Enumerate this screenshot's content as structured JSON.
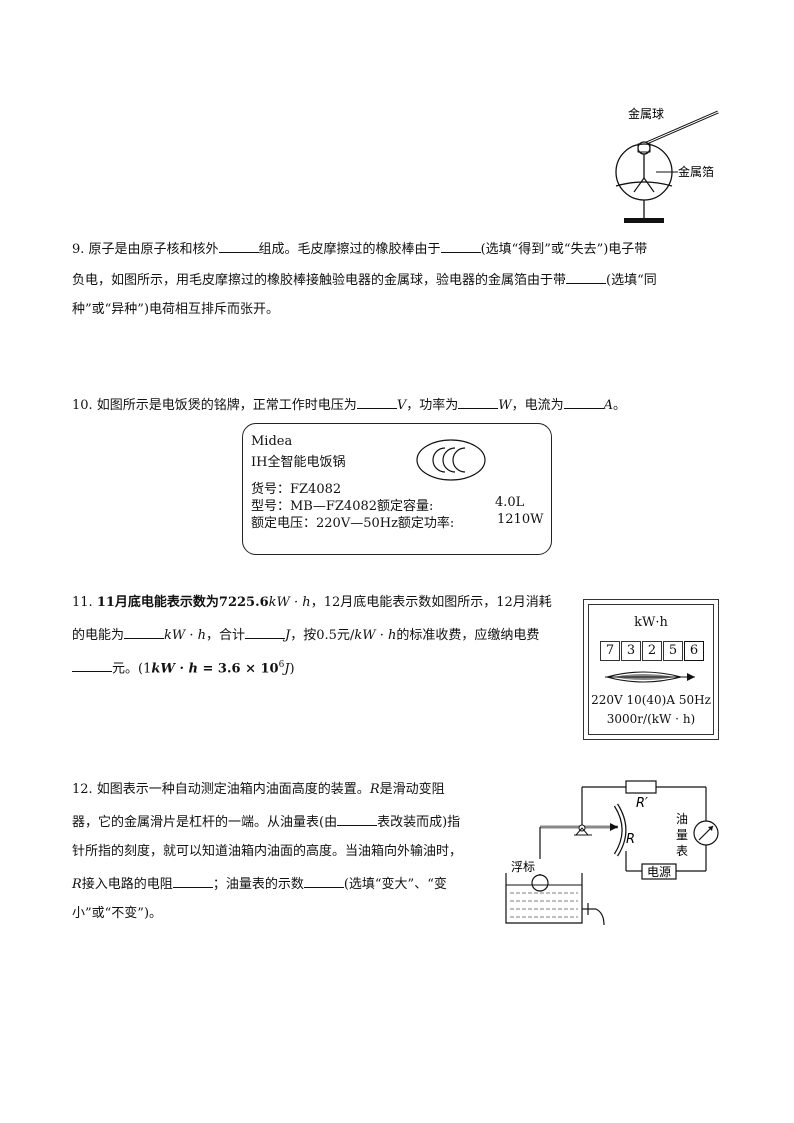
{
  "electroscope": {
    "ball_label": "金属球",
    "foil_label": "金属箔"
  },
  "q9": {
    "line1_a": "9. 原子是由原子核和核外",
    "line1_b": "组成。毛皮摩擦过的橡胶棒由于",
    "line1_c": "(选填“得到”或“失去”)电子带",
    "line2_a": "负电，如图所示，用毛皮摩擦过的橡胶棒接触验电器的金属球，验电器的金属箔由于带",
    "line2_b": "(选填“同",
    "line3": "种”或“异种”)电荷相互排斥而张开。"
  },
  "q10": {
    "a": "10. 如图所示是电饭煲的铭牌，正常工作时电压为",
    "u1": "V",
    "b": "，功率为",
    "u2": "W",
    "c": "，电流为",
    "u3": "A",
    "d": "。"
  },
  "nameplate": {
    "brand": "Midea",
    "product": "IH全智能电饭锅",
    "item_no": "货号：FZ4082",
    "model": "型号：MB—FZ4082额定容量:",
    "capacity": "4.0L",
    "voltage": "额定电压：220V—50Hz额定功率:",
    "power": "1210W"
  },
  "q11": {
    "l1_a": "11. ",
    "l1_b": "11月底电能表示数为",
    "l1_c": "7225.6",
    "l1_unit": "kW · h",
    "l1_d": "，12月底电能表示数如图所示，12月消耗",
    "l2_a": "的电能为",
    "l2_unit": "kW · h",
    "l2_b": "，合计",
    "l2_unit2": "J",
    "l2_c": "，按0.5元/",
    "l2_unit3": "kW · h",
    "l2_d": "的标准收费，应缴纳电费",
    "l3_a": "元。(1",
    "l3_unit": "kW · h",
    "l3_b": " = 3.6 × 10",
    "l3_exp": "6",
    "l3_unit2": "J",
    "l3_c": ")"
  },
  "meter": {
    "unit": "kW·h",
    "digits": [
      "7",
      "3",
      "2",
      "5",
      "6"
    ],
    "spec": "220V 10(40)A 50Hz",
    "rev": "3000r/(kW · h)"
  },
  "q12": {
    "l1_a": "12. 如图表示一种自动测定油箱内油面高度的装置。",
    "l1_r": "R",
    "l1_b": "是滑动变阻",
    "l2": "器，它的金属滑片是杠杆的一端。从油量表(由",
    "l2_b": "表改装而成)指",
    "l3": "针所指的刻度，就可以知道油箱内油面的高度。当油箱向外输油时，",
    "l4_r": "R",
    "l4_a": "接入电路的电阻",
    "l4_b": "；油量表的示数",
    "l4_c": "(选填“变大”、“变",
    "l5": "小”或“不变”)。"
  },
  "circuit": {
    "r_prime": "R′",
    "r": "R",
    "meter_label": "油量表",
    "float_label": "浮标",
    "source_label": "电源"
  }
}
